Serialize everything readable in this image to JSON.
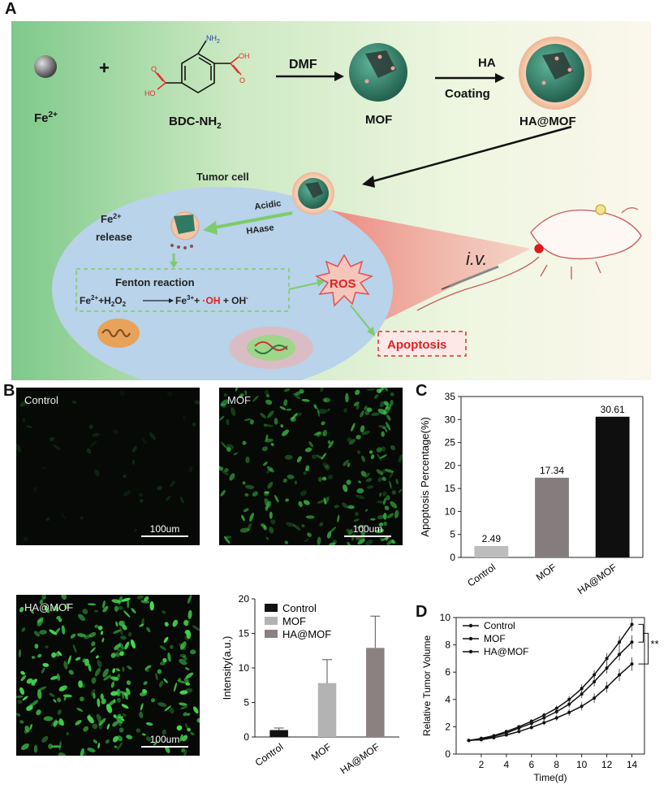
{
  "panel_labels": {
    "a": "A",
    "b": "B",
    "c": "C",
    "d": "D"
  },
  "schematic": {
    "fe": "Fe",
    "fe_sup": "2+",
    "plus": "+",
    "nh2": "NH",
    "nh2_sub": "2",
    "oh": "OH",
    "o": "O",
    "ho": "HO",
    "bdc": "BDC-NH",
    "bdc_sub": "2",
    "dmf": "DMF",
    "mof": "MOF",
    "ha": "HA",
    "coating": "Coating",
    "hamof": "HA@MOF",
    "tumor_cell": "Tumor cell",
    "acidic": "Acidic",
    "haase": "HAase",
    "fe_release_1": "Fe",
    "fe_release_sup": "2+",
    "fe_release_2": "release",
    "fenton_title": "Fenton reaction",
    "eq_fe": "Fe",
    "eq_fe_sup": "2+",
    "eq_plus1": "+H",
    "eq_sub2a": "2",
    "eq_o": "O",
    "eq_sub2b": "2",
    "eq_fe3": "Fe",
    "eq_fe3_sup": "3+",
    "eq_plus2": "+ ",
    "eq_oh_radical": "·OH",
    "eq_plus3": " + OH",
    "eq_minus": "-",
    "ros": "ROS",
    "apoptosis": "Apoptosis",
    "iv": "i.v."
  },
  "micrographs": [
    {
      "label": "Control",
      "scale": "100um"
    },
    {
      "label": "MOF",
      "scale": "100um"
    },
    {
      "label": "HA@MOF",
      "scale": "100um"
    }
  ],
  "chart_data": [
    {
      "id": "intensity",
      "type": "bar",
      "categories": [
        "Control",
        "MOF",
        "HA@MOF"
      ],
      "values": [
        1.0,
        7.8,
        12.9
      ],
      "errors": [
        0.3,
        3.4,
        4.6
      ],
      "colors": [
        "#111111",
        "#b3b3b3",
        "#8c8181"
      ],
      "legend": [
        "Control",
        "MOF",
        "HA@MOF"
      ],
      "ylabel": "Intensity(a.u.)",
      "xlabel": "",
      "ylim": [
        0,
        20
      ],
      "yticks": [
        0,
        5,
        10,
        15,
        20
      ]
    },
    {
      "id": "apoptosis",
      "type": "bar",
      "categories": [
        "Control",
        "MOF",
        "HA@MOF"
      ],
      "values": [
        2.49,
        17.34,
        30.61
      ],
      "data_labels": [
        "2.49",
        "17.34",
        "30.61"
      ],
      "colors": [
        "#bdbdbd",
        "#857d7d",
        "#0f0f0f"
      ],
      "ylabel": "Apoptosis Percentage(%)",
      "xlabel": "",
      "ylim": [
        0,
        35
      ],
      "yticks": [
        0,
        5,
        10,
        15,
        20,
        25,
        30,
        35
      ]
    },
    {
      "id": "tumor",
      "type": "line",
      "x": [
        1,
        2,
        3,
        4,
        5,
        6,
        7,
        8,
        9,
        10,
        11,
        12,
        13,
        14
      ],
      "series": [
        {
          "name": "Control",
          "values": [
            1.0,
            1.15,
            1.35,
            1.65,
            2.0,
            2.4,
            2.85,
            3.35,
            4.0,
            4.8,
            5.8,
            7.0,
            8.2,
            9.5
          ],
          "errors": [
            0.05,
            0.05,
            0.08,
            0.1,
            0.12,
            0.15,
            0.18,
            0.2,
            0.25,
            0.3,
            0.35,
            0.4,
            0.45,
            0.5
          ]
        },
        {
          "name": "MOF",
          "values": [
            1.0,
            1.1,
            1.3,
            1.55,
            1.9,
            2.25,
            2.65,
            3.1,
            3.65,
            4.4,
            5.3,
            6.3,
            7.3,
            8.2
          ],
          "errors": [
            0.05,
            0.05,
            0.08,
            0.1,
            0.12,
            0.15,
            0.18,
            0.2,
            0.25,
            0.3,
            0.35,
            0.4,
            0.45,
            0.5
          ]
        },
        {
          "name": "HA@MOF",
          "values": [
            1.0,
            1.05,
            1.2,
            1.4,
            1.65,
            1.95,
            2.3,
            2.65,
            3.05,
            3.5,
            4.1,
            4.9,
            5.8,
            6.6
          ],
          "errors": [
            0.05,
            0.05,
            0.08,
            0.1,
            0.12,
            0.15,
            0.18,
            0.2,
            0.25,
            0.3,
            0.35,
            0.4,
            0.45,
            0.5
          ]
        }
      ],
      "xlabel": "Time(d)",
      "ylabel": "Relative Tumor Volume",
      "xlim": [
        0,
        15
      ],
      "ylim": [
        0,
        10
      ],
      "xticks": [
        2,
        4,
        6,
        8,
        10,
        12,
        14
      ],
      "yticks": [
        0,
        2,
        4,
        6,
        8,
        10
      ],
      "significance": "**"
    }
  ]
}
